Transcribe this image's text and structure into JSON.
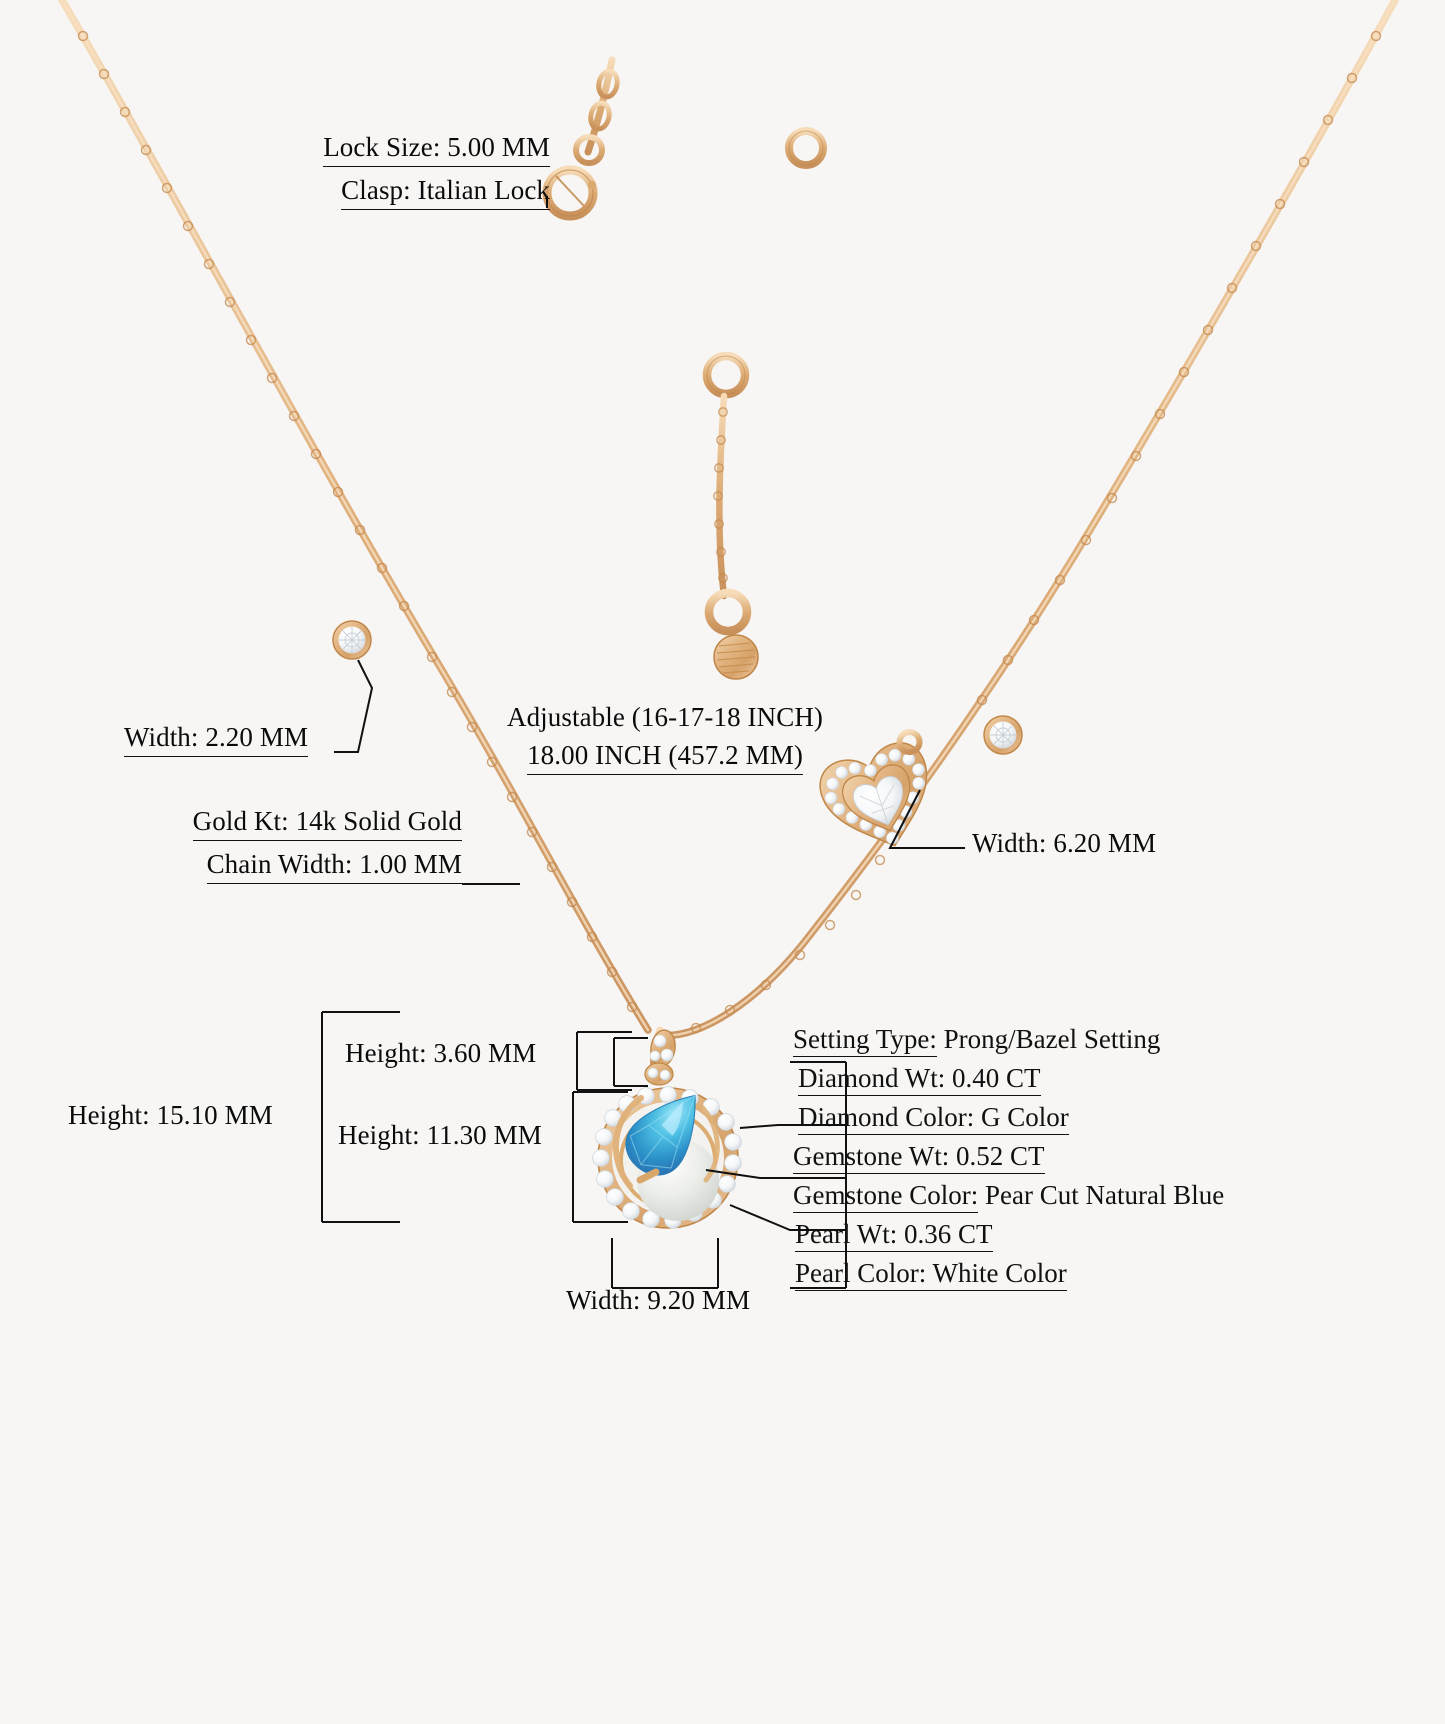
{
  "product": {
    "type": "necklace-specification-diagram",
    "background_color": "#f7f6f4",
    "gold_color": "#e3b684",
    "gem_color": "#3fb4dd",
    "pearl_color": "#e8e9e6"
  },
  "clasp_block": {
    "lock_size": "Lock Size: 5.00 MM",
    "clasp": "Clasp: Italian Lock"
  },
  "bezel_width": "Width: 2.20 MM",
  "length_block": {
    "adjustable": "Adjustable (16-17-18 INCH)",
    "length": "18.00 INCH (457.2 MM)"
  },
  "metal_block": {
    "gold_kt": "Gold Kt: 14k Solid Gold",
    "chain_width": "Chain Width: 1.00 MM"
  },
  "heart_width": "Width: 6.20 MM",
  "dimensions": {
    "total_height": "Height: 15.10 MM",
    "bail_height": "Height: 3.60 MM",
    "pendant_height": "Height: 11.30 MM",
    "pendant_width": "Width: 9.20 MM"
  },
  "specs": [
    {
      "label": "Setting Type:",
      "value": "Prong/Bazel Setting"
    },
    {
      "label": "Diamond Wt:",
      "value": "0.40 CT"
    },
    {
      "label": "Diamond Color:",
      "value": "G Color"
    },
    {
      "label": "Gemstone Wt:",
      "value": "0.52 CT"
    },
    {
      "label": "Gemstone Color:",
      "value": "Pear Cut Natural Blue"
    },
    {
      "label": "Pearl Wt:",
      "value": "0.36 CT"
    },
    {
      "label": "Pearl Color:",
      "value": "White Color"
    }
  ]
}
